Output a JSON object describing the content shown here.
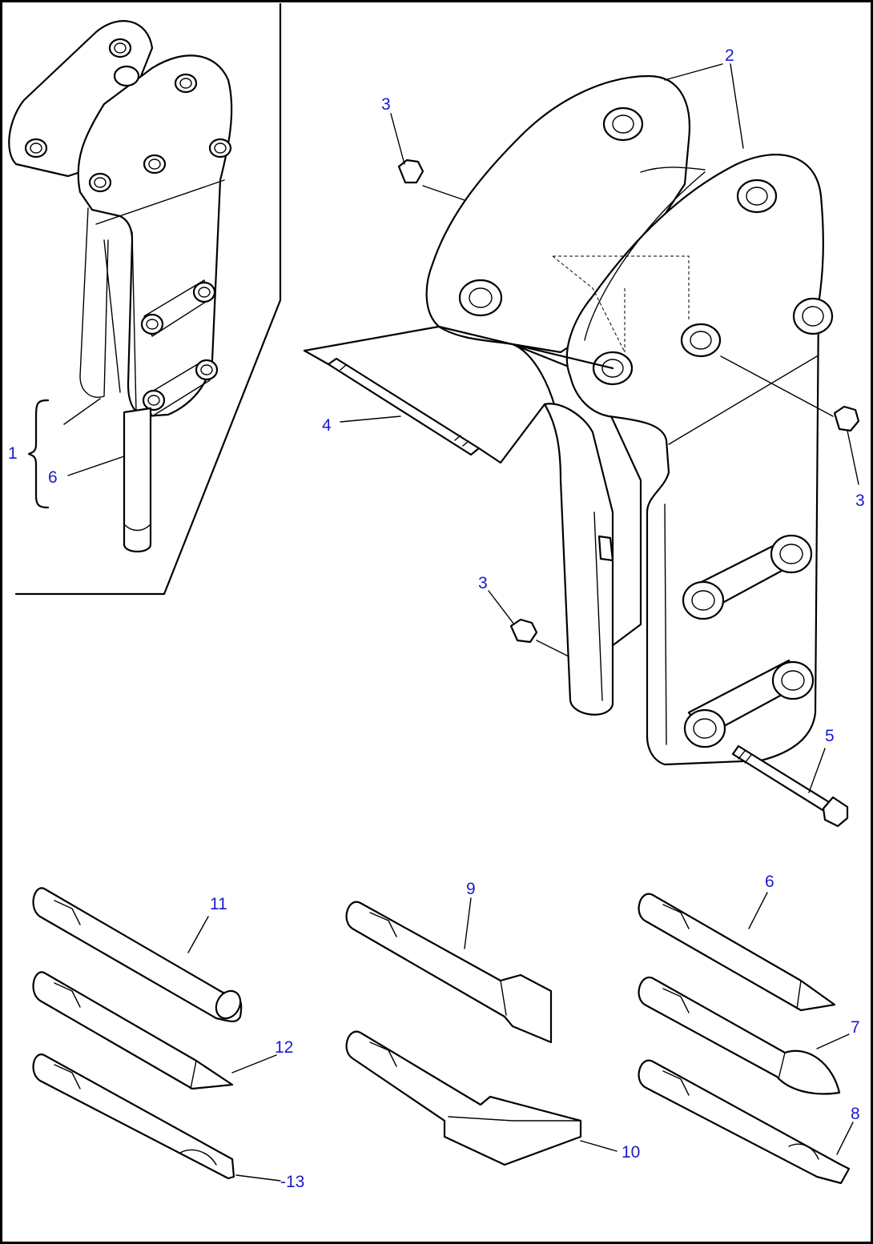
{
  "callouts": {
    "c1": "1",
    "c2": "2",
    "c3a": "3",
    "c3b": "3",
    "c3c": "3",
    "c4": "4",
    "c5": "5",
    "c6a": "6",
    "c6b": "6",
    "c7": "7",
    "c8": "8",
    "c9": "9",
    "c10": "10",
    "c11": "11",
    "c12": "12",
    "c13": "-13"
  },
  "colors": {
    "callout": "#1a1acc",
    "line": "#000000",
    "background": "#ffffff"
  }
}
